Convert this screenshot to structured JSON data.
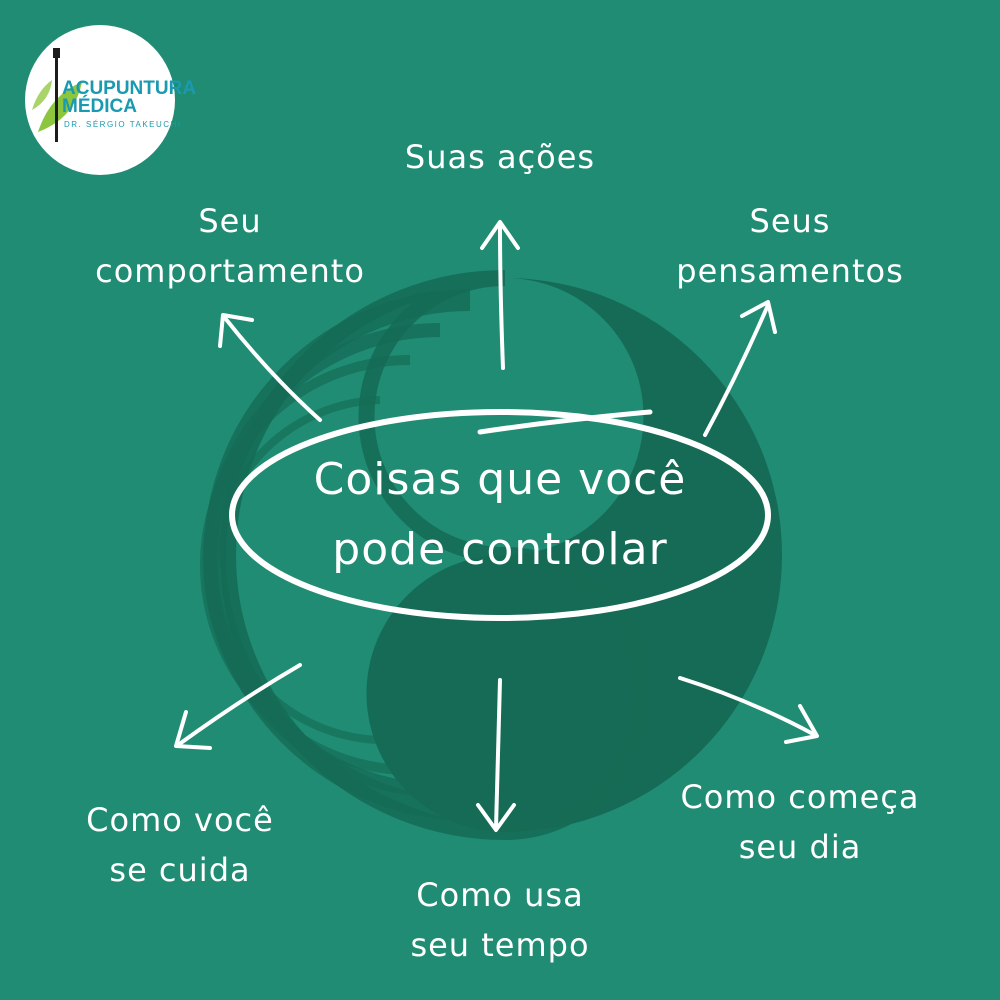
{
  "logo": {
    "line1": "ACUPUNTURA",
    "line2": "MÉDICA",
    "line3": "DR. SÉRGIO TAKEUCHI"
  },
  "center": {
    "line1": "Coisas que você",
    "line2": "pode controlar"
  },
  "items": {
    "top": {
      "line1": "Suas ações"
    },
    "top_left": {
      "line1": "Seu",
      "line2": "comportamento"
    },
    "top_right": {
      "line1": "Seus",
      "line2": "pensamentos"
    },
    "bottom_left": {
      "line1": "Como você",
      "line2": "se cuida"
    },
    "bottom": {
      "line1": "Como usa",
      "line2": "seu tempo"
    },
    "bottom_right": {
      "line1": "Como começa",
      "line2": "seu dia"
    }
  },
  "colors": {
    "background": "#1f8c73",
    "yin_yang_dark": "#156b55",
    "text": "#ffffff",
    "logo_blue": "#1a9ab0",
    "logo_green": "#8cc63f"
  }
}
